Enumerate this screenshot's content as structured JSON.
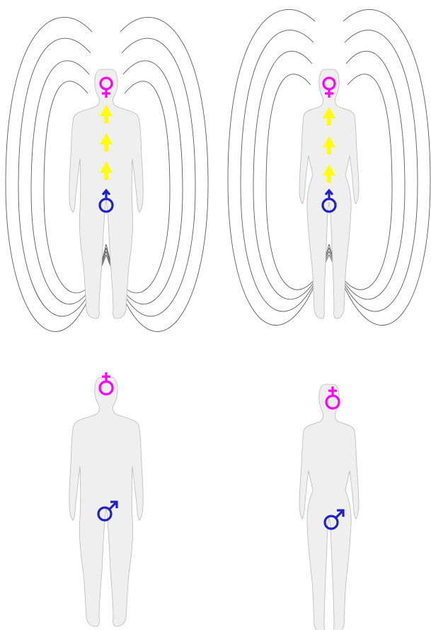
{
  "colors": {
    "venus": "#ff00ff",
    "mars": "#2020c8",
    "arrow": "#ffff00",
    "figure_fill": "#efefef",
    "figure_stroke": "#b9b9b9",
    "field_lines": "#5a5a5a",
    "background": "#ffffff"
  },
  "panels": [
    {
      "id": "male-energized",
      "figure": "male",
      "venus_orientation": "upright",
      "mars_orientation": "up",
      "arrows": 3,
      "field_lines": true
    },
    {
      "id": "female-energized",
      "figure": "female",
      "venus_orientation": "upright",
      "mars_orientation": "up",
      "arrows": 3,
      "field_lines": true
    },
    {
      "id": "male-resting",
      "figure": "male",
      "venus_orientation": "inverted",
      "mars_orientation": "diagonal",
      "arrows": 0,
      "field_lines": false
    },
    {
      "id": "female-resting",
      "figure": "female",
      "venus_orientation": "inverted",
      "mars_orientation": "diagonal",
      "arrows": 0,
      "field_lines": false
    }
  ],
  "icons": [
    "venus-symbol-icon",
    "mars-symbol-icon",
    "up-arrow-icon",
    "human-silhouette-icon"
  ]
}
